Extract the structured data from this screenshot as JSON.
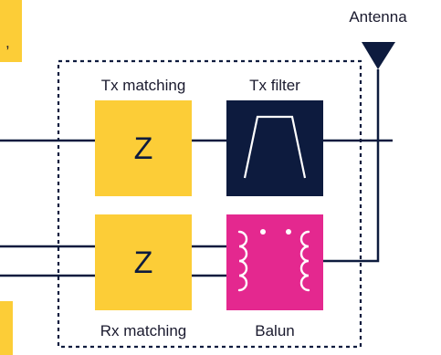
{
  "labels": {
    "antenna": "Antenna",
    "tx_matching": "Tx matching",
    "tx_filter": "Tx filter",
    "rx_matching": "Rx matching",
    "balun": "Balun",
    "tx_impedance": "Z",
    "rx_impedance": "Z",
    "clipped_mark": ","
  },
  "icons": {
    "antenna": "antenna-icon",
    "tx_filter": "bandpass-filter-icon",
    "balun": "transformer-coils-icon"
  },
  "colors": {
    "matching_box": "#fccd37",
    "filter_box": "#0d1b3e",
    "balun_box": "#e4288f",
    "wire": "#0d1b3e",
    "dashed_border": "#0d1b3e",
    "background": "#ffffff"
  }
}
